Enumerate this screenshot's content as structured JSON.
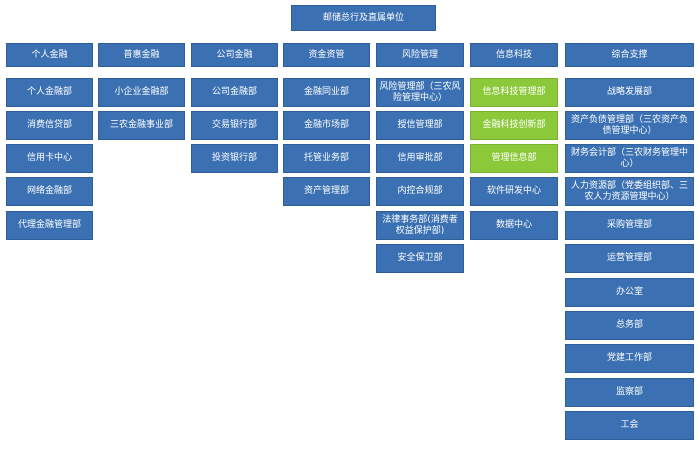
{
  "root": {
    "label": "邮储总行及直属单位"
  },
  "colors": {
    "box_blue": "#3b71b3",
    "box_green": "#8bc93b",
    "text": "#ffffff"
  },
  "columns": [
    {
      "header": "个人金融",
      "items": [
        {
          "label": "个人金融部",
          "highlight": false
        },
        {
          "label": "消费信贷部",
          "highlight": false
        },
        {
          "label": "信用卡中心",
          "highlight": false
        },
        {
          "label": "网络金融部",
          "highlight": false
        },
        {
          "label": "代理金融管理部",
          "highlight": false
        }
      ]
    },
    {
      "header": "普惠金融",
      "items": [
        {
          "label": "小企业金融部",
          "highlight": false
        },
        {
          "label": "三农金融事业部",
          "highlight": false
        }
      ]
    },
    {
      "header": "公司金融",
      "items": [
        {
          "label": "公司金融部",
          "highlight": false
        },
        {
          "label": "交易银行部",
          "highlight": false
        },
        {
          "label": "投资银行部",
          "highlight": false
        }
      ]
    },
    {
      "header": "资金资管",
      "items": [
        {
          "label": "金融同业部",
          "highlight": false
        },
        {
          "label": "金融市场部",
          "highlight": false
        },
        {
          "label": "托管业务部",
          "highlight": false
        },
        {
          "label": "资产管理部",
          "highlight": false
        }
      ]
    },
    {
      "header": "风险管理",
      "items": [
        {
          "label": "风险管理部（三农风险管理中心）",
          "highlight": false
        },
        {
          "label": "授信管理部",
          "highlight": false
        },
        {
          "label": "信用审批部",
          "highlight": false
        },
        {
          "label": "内控合规部",
          "highlight": false
        },
        {
          "label": "法律事务部(消费者权益保护部)",
          "highlight": false
        },
        {
          "label": "安全保卫部",
          "highlight": false
        }
      ]
    },
    {
      "header": "信息科技",
      "items": [
        {
          "label": "信息科技管理部",
          "highlight": true
        },
        {
          "label": "金融科技创新部",
          "highlight": true
        },
        {
          "label": "管理信息部",
          "highlight": true
        },
        {
          "label": "软件研发中心",
          "highlight": false
        },
        {
          "label": "数据中心",
          "highlight": false
        }
      ]
    },
    {
      "header": "综合支撑",
      "items": [
        {
          "label": "战略发展部",
          "highlight": false
        },
        {
          "label": "资产负债管理部（三农资产负债管理中心）",
          "highlight": false
        },
        {
          "label": "财务会计部（三农财务管理中心）",
          "highlight": false
        },
        {
          "label": "人力资源部（党委组织部、三农人力资源管理中心）",
          "highlight": false
        },
        {
          "label": "采购管理部",
          "highlight": false
        },
        {
          "label": "运营管理部",
          "highlight": false
        },
        {
          "label": "办公室",
          "highlight": false
        },
        {
          "label": "总务部",
          "highlight": false
        },
        {
          "label": "党建工作部",
          "highlight": false
        },
        {
          "label": "监察部",
          "highlight": false
        },
        {
          "label": "工会",
          "highlight": false
        }
      ]
    }
  ]
}
